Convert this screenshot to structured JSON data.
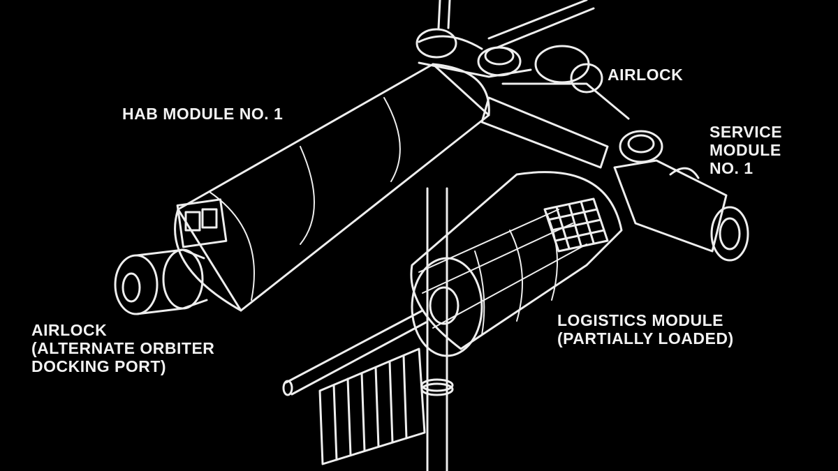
{
  "labels": {
    "hab_module": "HAB MODULE NO. 1",
    "airlock_top": "AIRLOCK",
    "service_module": [
      "SERVICE",
      "MODULE",
      "NO. 1"
    ],
    "airlock_left": [
      "AIRLOCK",
      "(ALTERNATE ORBITER",
      "DOCKING PORT)"
    ],
    "logistics_module": [
      "LOGISTICS MODULE",
      "(PARTIALLY LOADED)"
    ]
  },
  "colors": {
    "background": "#000000",
    "linework": "#eeeeee"
  }
}
